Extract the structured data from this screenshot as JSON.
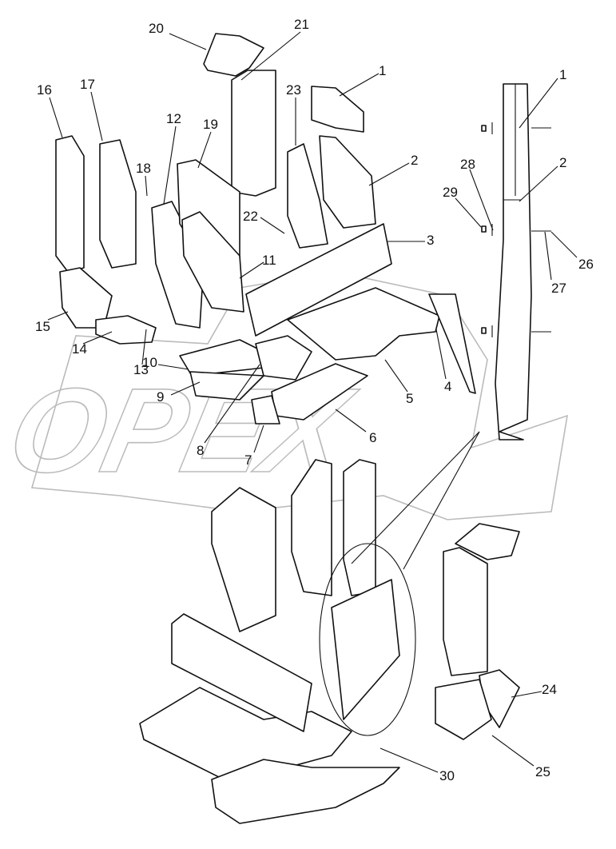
{
  "diagram": {
    "watermark": "OPEX",
    "callouts": [
      "20",
      "21",
      "1",
      "16",
      "17",
      "23",
      "12",
      "19",
      "18",
      "2",
      "22",
      "11",
      "3",
      "15",
      "14",
      "13",
      "10",
      "4",
      "5",
      "9",
      "8",
      "6",
      "7",
      "1",
      "2",
      "28",
      "29",
      "26",
      "27",
      "24",
      "25",
      "30"
    ]
  }
}
